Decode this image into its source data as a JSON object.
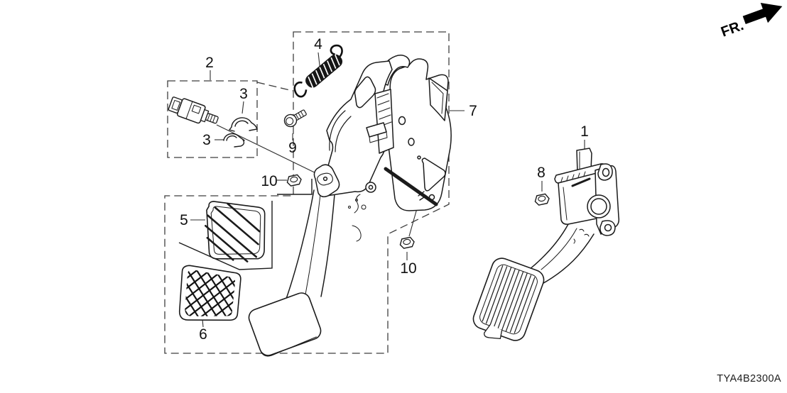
{
  "diagram": {
    "code": "TYA4B2300A",
    "direction_label": "FR.",
    "callouts": [
      {
        "label": "1"
      },
      {
        "label": "2"
      },
      {
        "label": "3"
      },
      {
        "label": "3"
      },
      {
        "label": "4"
      },
      {
        "label": "5"
      },
      {
        "label": "6"
      },
      {
        "label": "7"
      },
      {
        "label": "8"
      },
      {
        "label": "9"
      },
      {
        "label": "10"
      },
      {
        "label": "10"
      }
    ],
    "colors": {
      "line": "#1a1a1a",
      "dash": "#3f3f3f",
      "background": "#ffffff"
    }
  }
}
